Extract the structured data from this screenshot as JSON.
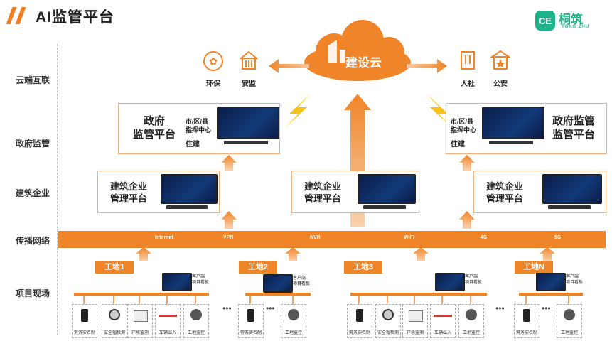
{
  "header": {
    "title": "AI监管平台"
  },
  "logo": {
    "name": "桐筑",
    "sub": "TONG ZHU",
    "mark": "CE"
  },
  "rows": {
    "cloud": "云端互联",
    "gov": "政府监管",
    "ent": "建筑企业",
    "net": "传播网络",
    "site": "项目现场"
  },
  "cloud": {
    "label": "建设云"
  },
  "top_icons": {
    "huanbao": "环保",
    "anjian": "安监",
    "renshe": "人社",
    "gongan": "公安"
  },
  "gov_left": {
    "title_1": "政府",
    "title_2": "监管平台",
    "center_1": "市/区/县",
    "center_2": "指挥中心",
    "zhujian": "住建"
  },
  "gov_right": {
    "title_1": "政府监管",
    "title_2": "监管平台",
    "center_1": "市/区/县",
    "center_2": "指挥中心",
    "zhujian": "住建"
  },
  "ent": [
    {
      "l1": "建筑企业",
      "l2": "管理平台"
    },
    {
      "l1": "建筑企业",
      "l2": "管理平台"
    },
    {
      "l1": "建筑企业",
      "l2": "管理平台"
    }
  ],
  "network": {
    "labels": [
      "Internet",
      "VPN",
      "NVR",
      "WIFI",
      "4G",
      "5G"
    ]
  },
  "sites": {
    "names": [
      "工地1",
      "工地2",
      "工地3",
      "工地N"
    ],
    "board_1": "客户端",
    "board_2": "项目看板"
  },
  "devices": {
    "d1": "劳务实名制",
    "d2": "安全帽检测",
    "d3": "环境监测",
    "d4": "车辆出入",
    "d5": "工地监控"
  },
  "dots": "•••",
  "colors": {
    "accent": "#f08428",
    "brand": "#1fb389"
  }
}
